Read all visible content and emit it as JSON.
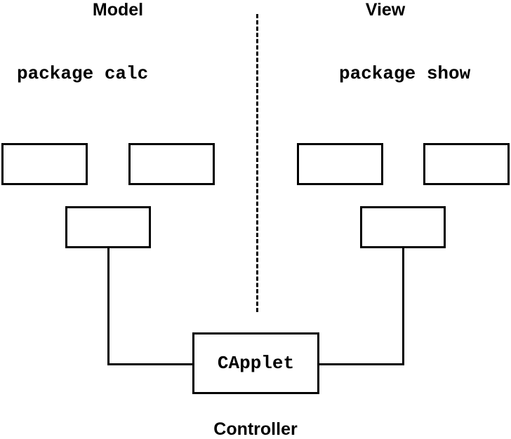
{
  "diagram": {
    "title_left": "Model",
    "title_right": "View",
    "title_bottom": "Controller",
    "package_left": "package calc",
    "package_right": "package show",
    "central_class": "CApplet",
    "ink_color": "#000000",
    "background_color": "#ffffff",
    "model_boxes": [
      {
        "label": ""
      },
      {
        "label": ""
      },
      {
        "label": ""
      }
    ],
    "view_boxes": [
      {
        "label": ""
      },
      {
        "label": ""
      },
      {
        "label": ""
      }
    ]
  }
}
